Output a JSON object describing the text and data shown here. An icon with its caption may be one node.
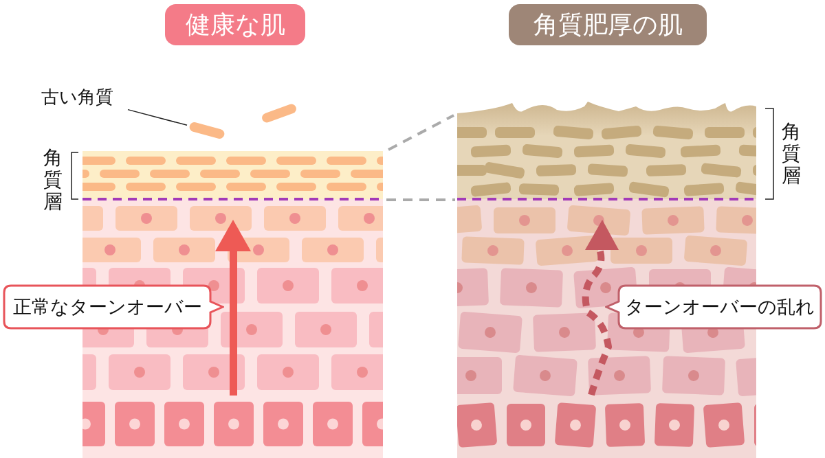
{
  "diagram": {
    "nodes": [
      {
        "text": [
          "健康な肌"
        ]
      },
      {
        "text": [
          "角質肥厚の肌"
        ]
      },
      {
        "text": [
          "古い角質"
        ]
      },
      {
        "text": [],
        "shape": "bar"
      },
      {
        "text": [],
        "shape": "bar"
      },
      {
        "text": [
          "正常なターンオーバー"
        ]
      },
      {
        "text": [
          "ターンオーバーの乱れ"
        ]
      }
    ],
    "edges": [
      {
        "from": 2,
        "to": 3,
        "arrow": "none"
      }
    ],
    "labels": [
      "角質層",
      "角質層"
    ]
  }
}
